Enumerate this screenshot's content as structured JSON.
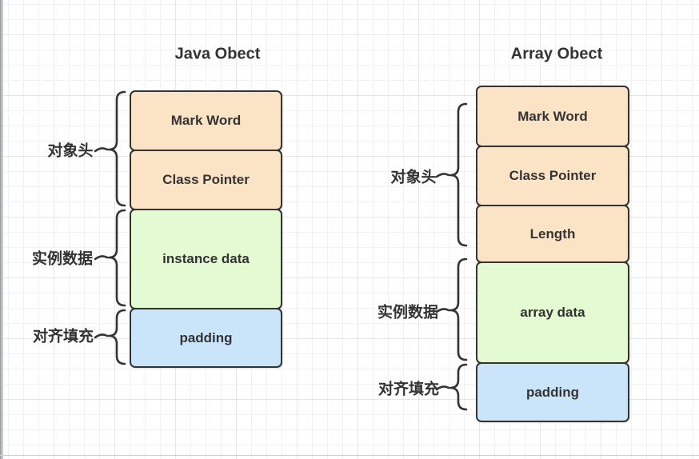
{
  "colors": {
    "header_fill": "#FBE3C6",
    "instance_data_fill": "#E4FAD2",
    "padding_fill": "#CAE4F9",
    "stroke": "#333333",
    "text": "#333333"
  },
  "left_diagram": {
    "title": "Java Obect",
    "boxes": [
      {
        "label": "Mark Word",
        "type": "header"
      },
      {
        "label": "Class Pointer",
        "type": "header"
      },
      {
        "label": "instance data",
        "type": "data"
      },
      {
        "label": "padding",
        "type": "padding"
      }
    ],
    "braces": [
      {
        "label": "对象头"
      },
      {
        "label": "实例数据"
      },
      {
        "label": "对齐填充"
      }
    ]
  },
  "right_diagram": {
    "title": "Array Obect",
    "boxes": [
      {
        "label": "Mark Word",
        "type": "header"
      },
      {
        "label": "Class Pointer",
        "type": "header"
      },
      {
        "label": "Length",
        "type": "header"
      },
      {
        "label": "array data",
        "type": "data"
      },
      {
        "label": "padding",
        "type": "padding"
      }
    ],
    "braces": [
      {
        "label": "对象头"
      },
      {
        "label": "实例数据"
      },
      {
        "label": "对齐填充"
      }
    ]
  }
}
